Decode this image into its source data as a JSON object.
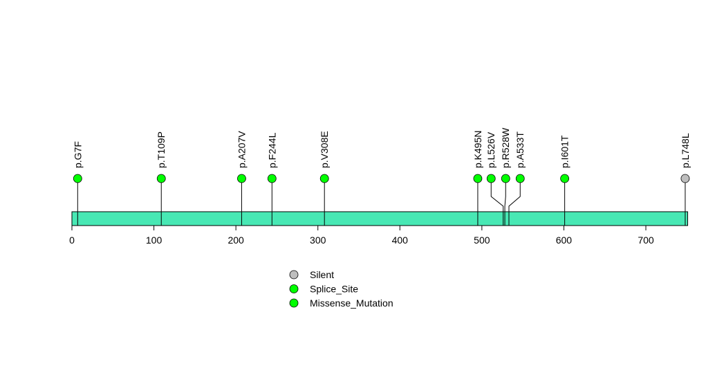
{
  "chart_data": {
    "type": "lollipop",
    "title": "",
    "xlabel": "",
    "ylabel": "",
    "xlim": [
      0,
      751
    ],
    "protein_length": 751,
    "domain_color": "#48E8B4",
    "x_ticks": [
      0,
      100,
      200,
      300,
      400,
      500,
      600,
      700
    ],
    "x_tick_labels": [
      "0",
      "100",
      "200",
      "300",
      "400",
      "500",
      "600",
      "700"
    ],
    "mutations": [
      {
        "label": "p.G7F",
        "position": 7,
        "type": "Missense_Mutation"
      },
      {
        "label": "p.T109P",
        "position": 109,
        "type": "Missense_Mutation"
      },
      {
        "label": "p.A207V",
        "position": 207,
        "type": "Missense_Mutation"
      },
      {
        "label": "p.F244L",
        "position": 244,
        "type": "Missense_Mutation"
      },
      {
        "label": "p.V308E",
        "position": 308,
        "type": "Missense_Mutation"
      },
      {
        "label": "p.K495N",
        "position": 495,
        "type": "Missense_Mutation"
      },
      {
        "label": "p.L526V",
        "position": 526,
        "type": "Missense_Mutation"
      },
      {
        "label": "p.R528W",
        "position": 528,
        "type": "Missense_Mutation"
      },
      {
        "label": "p.A533T",
        "position": 533,
        "type": "Missense_Mutation"
      },
      {
        "label": "p.I601T",
        "position": 601,
        "type": "Missense_Mutation"
      },
      {
        "label": "p.L748L",
        "position": 748,
        "type": "Silent"
      }
    ],
    "legend": [
      {
        "label": "Silent",
        "color": "#BEBEBE"
      },
      {
        "label": "Splice_Site",
        "color": "#00FF00"
      },
      {
        "label": "Missense_Mutation",
        "color": "#00FF00"
      }
    ],
    "legend_position": "bottom-center"
  }
}
